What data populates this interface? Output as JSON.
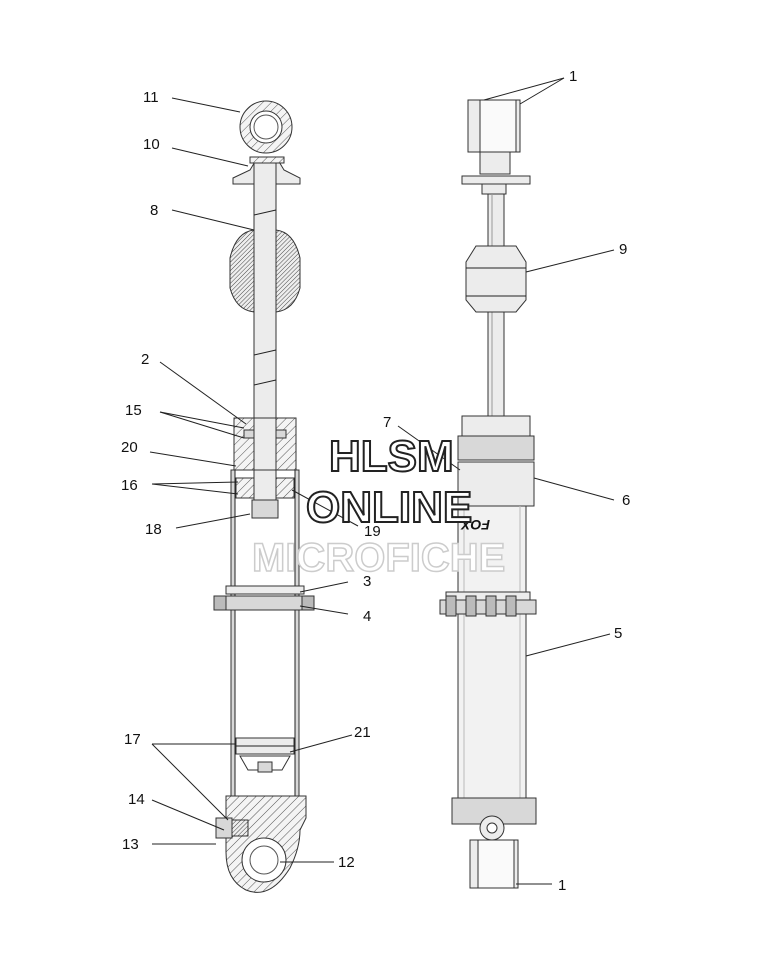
{
  "callouts": [
    {
      "id": "c11",
      "text": "11"
    },
    {
      "id": "c10",
      "text": "10"
    },
    {
      "id": "c8",
      "text": "8"
    },
    {
      "id": "c2",
      "text": "2"
    },
    {
      "id": "c15",
      "text": "15"
    },
    {
      "id": "c20",
      "text": "20"
    },
    {
      "id": "c16",
      "text": "16"
    },
    {
      "id": "c18",
      "text": "18"
    },
    {
      "id": "c19",
      "text": "19"
    },
    {
      "id": "c3",
      "text": "3"
    },
    {
      "id": "c4",
      "text": "4"
    },
    {
      "id": "c17",
      "text": "17"
    },
    {
      "id": "c21",
      "text": "21"
    },
    {
      "id": "c14",
      "text": "14"
    },
    {
      "id": "c13",
      "text": "13"
    },
    {
      "id": "c12",
      "text": "12"
    },
    {
      "id": "c1a",
      "text": "1"
    },
    {
      "id": "c9",
      "text": "9"
    },
    {
      "id": "c7",
      "text": "7"
    },
    {
      "id": "c6",
      "text": "6"
    },
    {
      "id": "c5",
      "text": "5"
    },
    {
      "id": "c1b",
      "text": "1"
    }
  ],
  "watermark": {
    "line1": "HLSM",
    "line2": "ONLINE",
    "line3": "MICROFICHE"
  },
  "brand_mark": "FOX"
}
